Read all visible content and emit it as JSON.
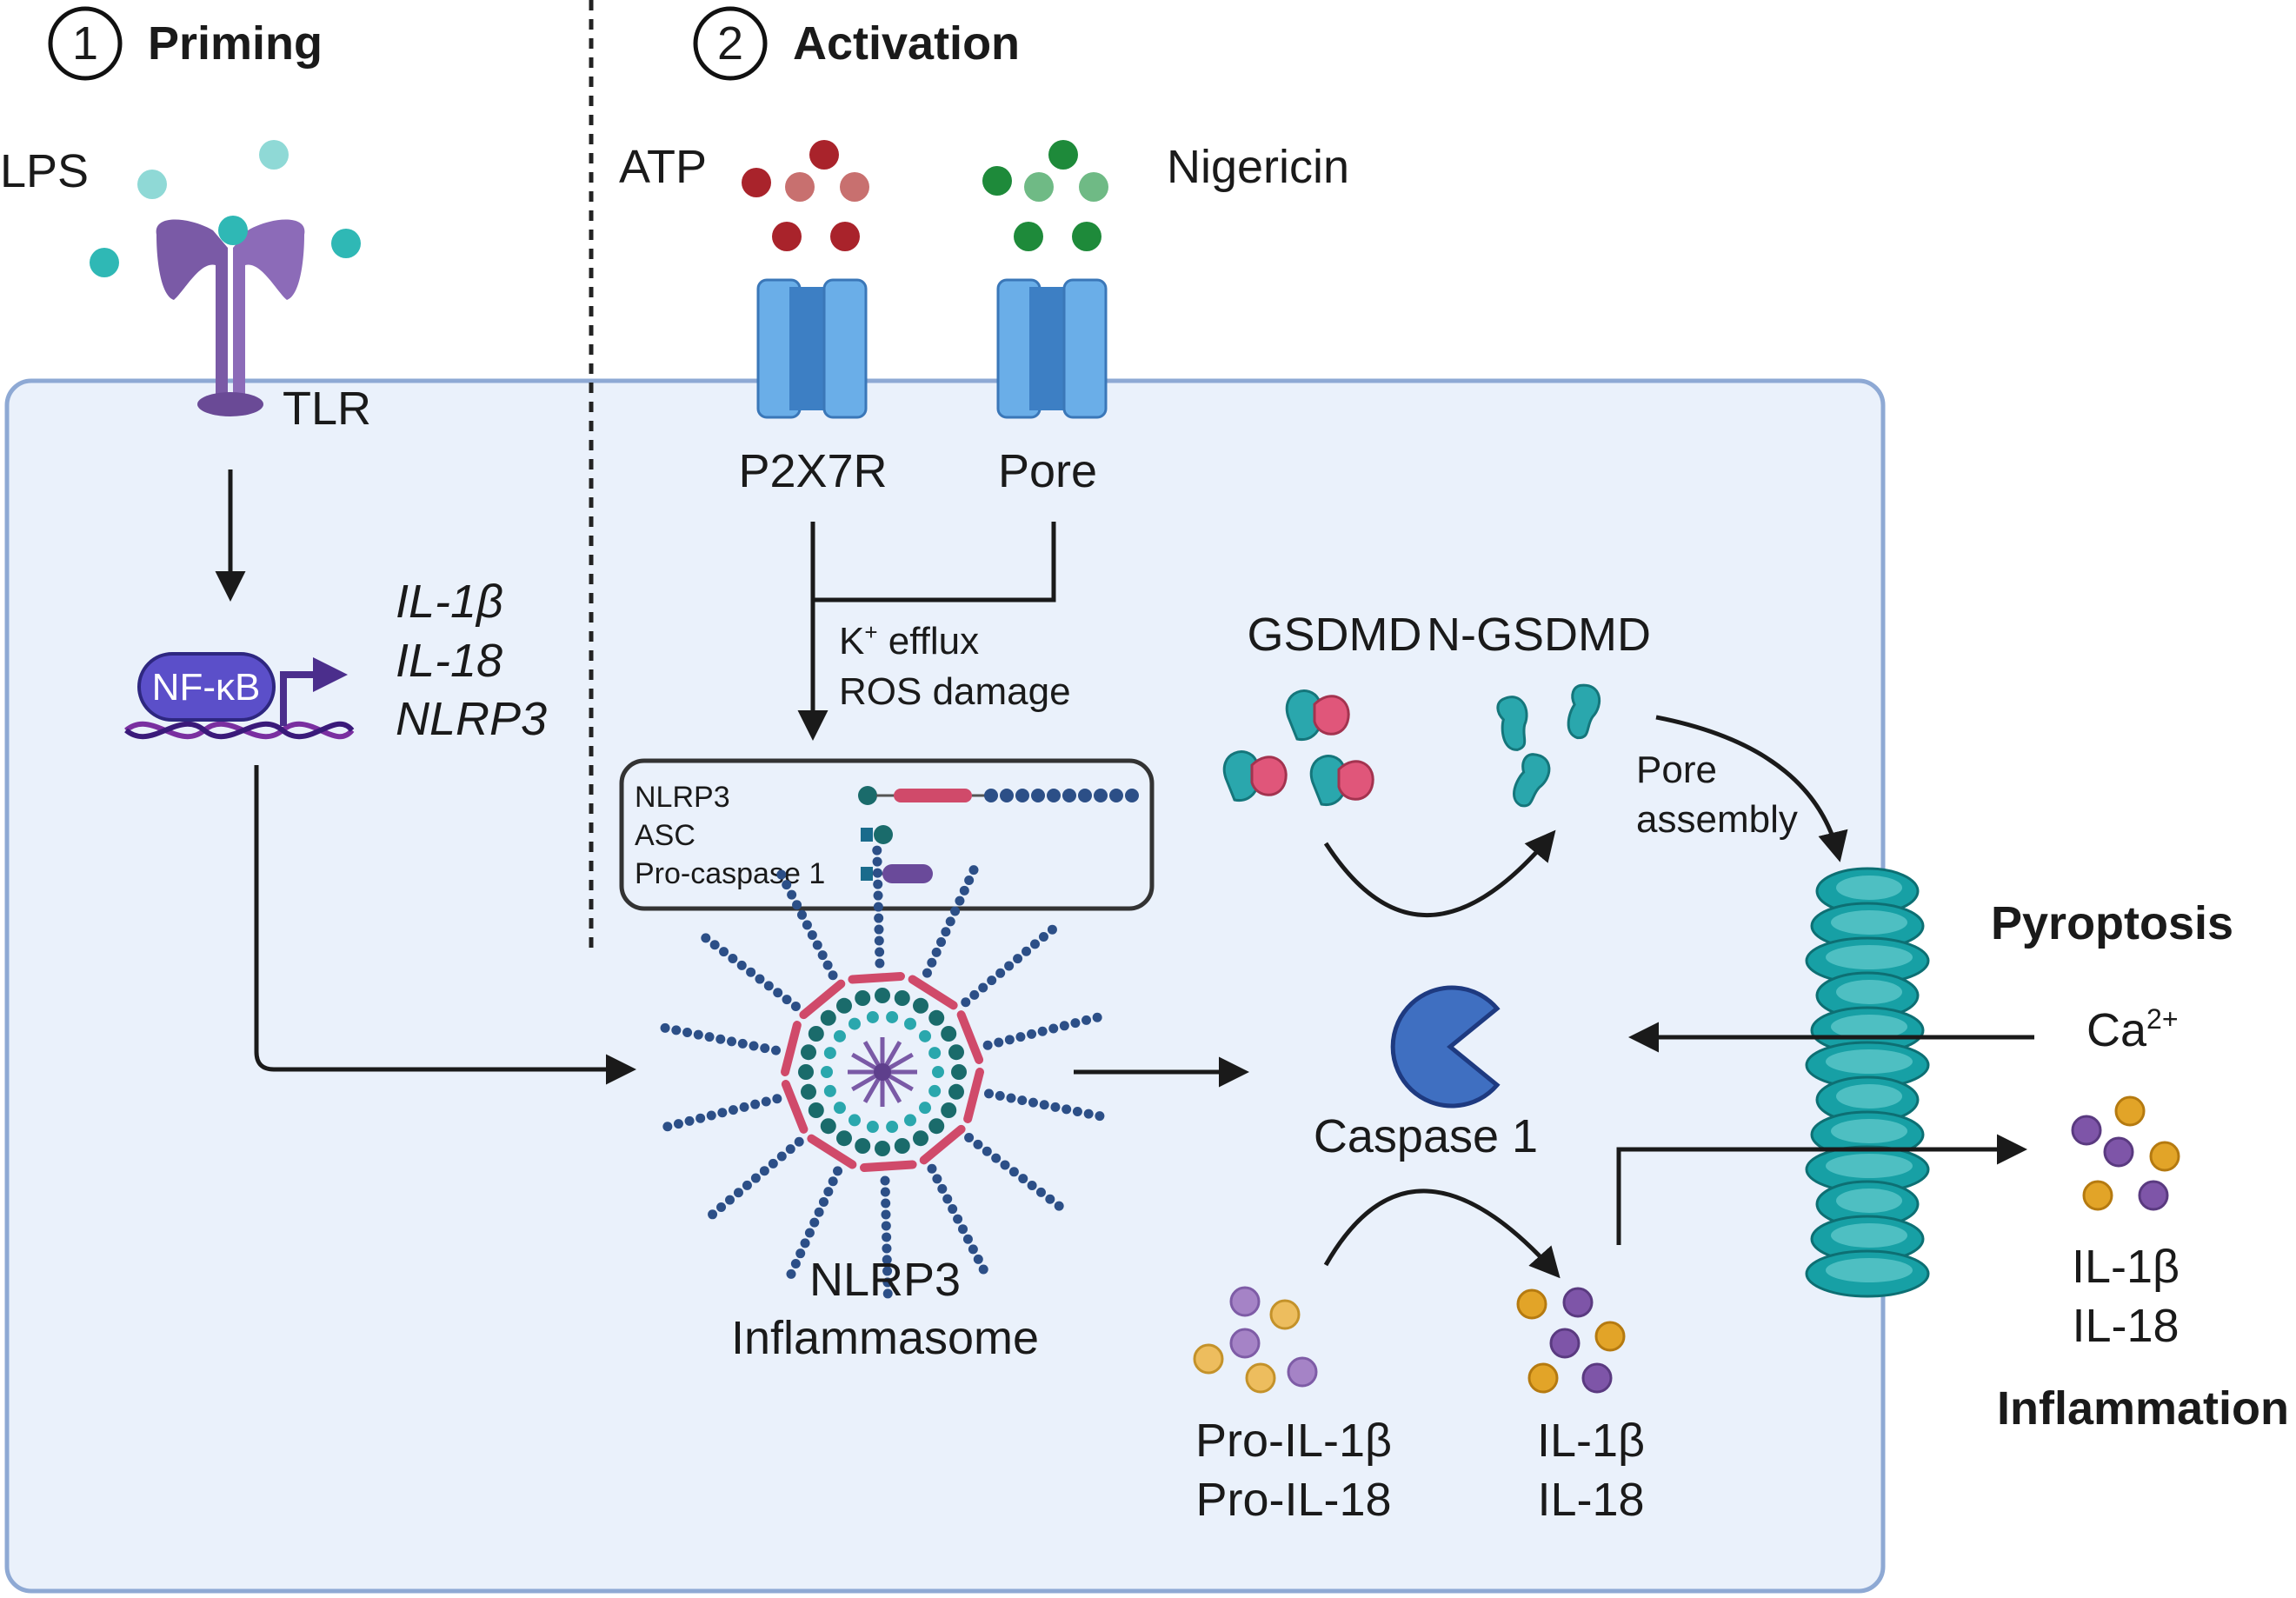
{
  "steps": [
    {
      "number": "1",
      "title": "Priming"
    },
    {
      "number": "2",
      "title": "Activation"
    }
  ],
  "labels": {
    "lps": "LPS",
    "tlr": "TLR",
    "atp": "ATP",
    "nigericin": "Nigericin",
    "p2x7r": "P2X7R",
    "pore": "Pore",
    "k_efflux_prefix": "K",
    "k_efflux_sup": "+",
    "k_efflux_suffix": " efflux",
    "ros_damage": "ROS damage",
    "nfkb": "NF-κB",
    "genes": [
      "IL-1β",
      "IL-18",
      "NLRP3"
    ],
    "box_items": [
      "NLRP3",
      "ASC",
      "Pro-caspase 1"
    ],
    "gsdmd": "GSDMD",
    "n_gsdmd": "N-GSDMD",
    "pore_assembly_line1": "Pore",
    "pore_assembly_line2": "assembly",
    "pyroptosis": "Pyroptosis",
    "ca_base": "Ca",
    "ca_sup": "2+",
    "caspase1": "Caspase 1",
    "inflammasome_line1": "NLRP3",
    "inflammasome_line2": "Inflammasome",
    "pro_il1b": "Pro-IL-1β",
    "pro_il18": "Pro-IL-18",
    "il1b_mid": "IL-1β",
    "il18_mid": "IL-18",
    "il1b_out": "IL-1β",
    "il18_out": "IL-18",
    "inflammation": "Inflammation"
  },
  "colors": {
    "cell_fill": "#eaf1fb",
    "cell_stroke": "#8ea9d4",
    "lps_teal": "#2fb8b5",
    "tlr_purple": "#7a5aa6",
    "atp_red": "#a9232b",
    "nigericin_green": "#1e8a3a",
    "channel_blue": "#4f95d6",
    "nfkb_purple": "#5b4fc9",
    "gsdmd_teal": "#2aa7ad",
    "gsdmd_pink": "#e0567a",
    "caspase_blue": "#3f6fc1",
    "il_purple": "#6b3f94",
    "il_orange": "#e0a020",
    "pore_teal": "#1aa3a8"
  }
}
